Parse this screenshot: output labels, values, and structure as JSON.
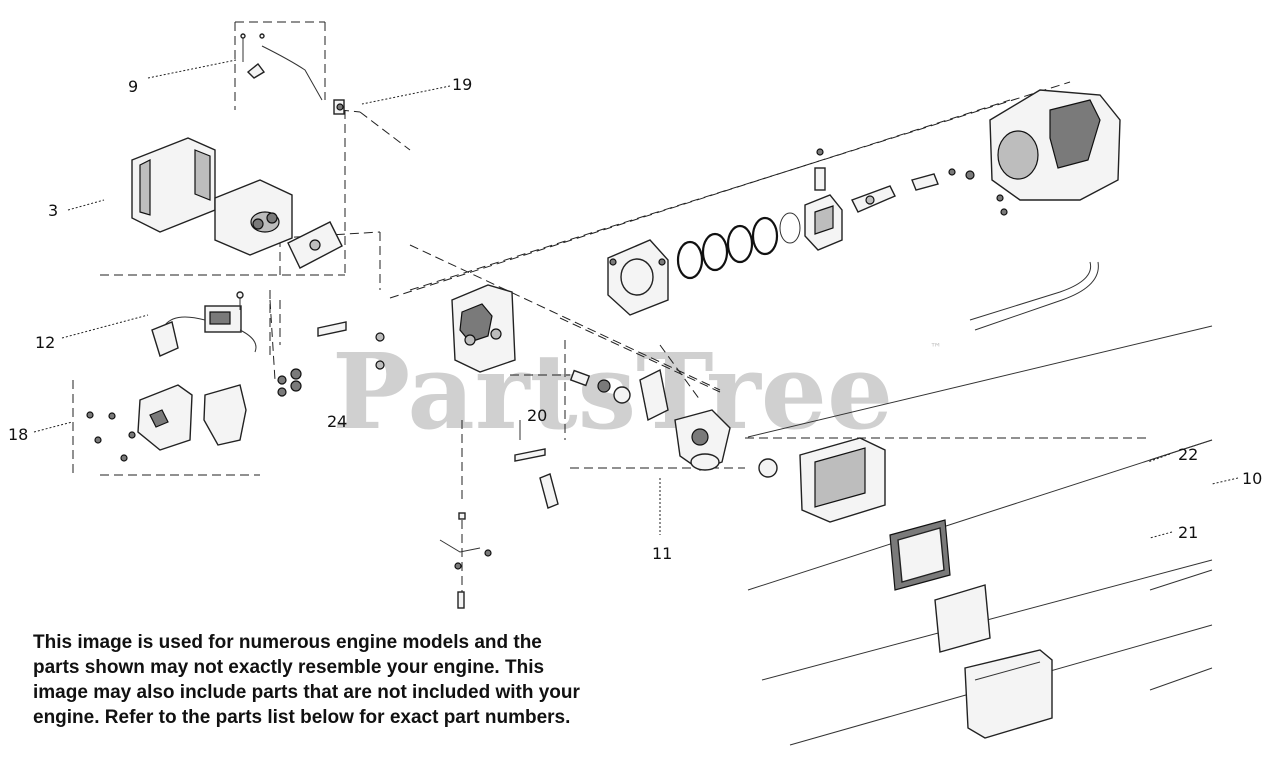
{
  "watermark": {
    "text": "PartsTree",
    "trademark": "™",
    "color": "#d0d0d0"
  },
  "callouts": [
    {
      "id": "c9",
      "label": "9"
    },
    {
      "id": "c19",
      "label": "19"
    },
    {
      "id": "c3",
      "label": "3"
    },
    {
      "id": "c12",
      "label": "12"
    },
    {
      "id": "c18",
      "label": "18"
    },
    {
      "id": "c24",
      "label": "24"
    },
    {
      "id": "c20",
      "label": "20"
    },
    {
      "id": "c11",
      "label": "11"
    },
    {
      "id": "c22",
      "label": "22"
    },
    {
      "id": "c10",
      "label": "10"
    },
    {
      "id": "c21",
      "label": "21"
    }
  ],
  "disclaimer": "This image is used for numerous engine models and the parts shown may not exactly resemble your engine. This image may also include parts that are not included with your engine. Refer to the parts list below for exact part numbers."
}
